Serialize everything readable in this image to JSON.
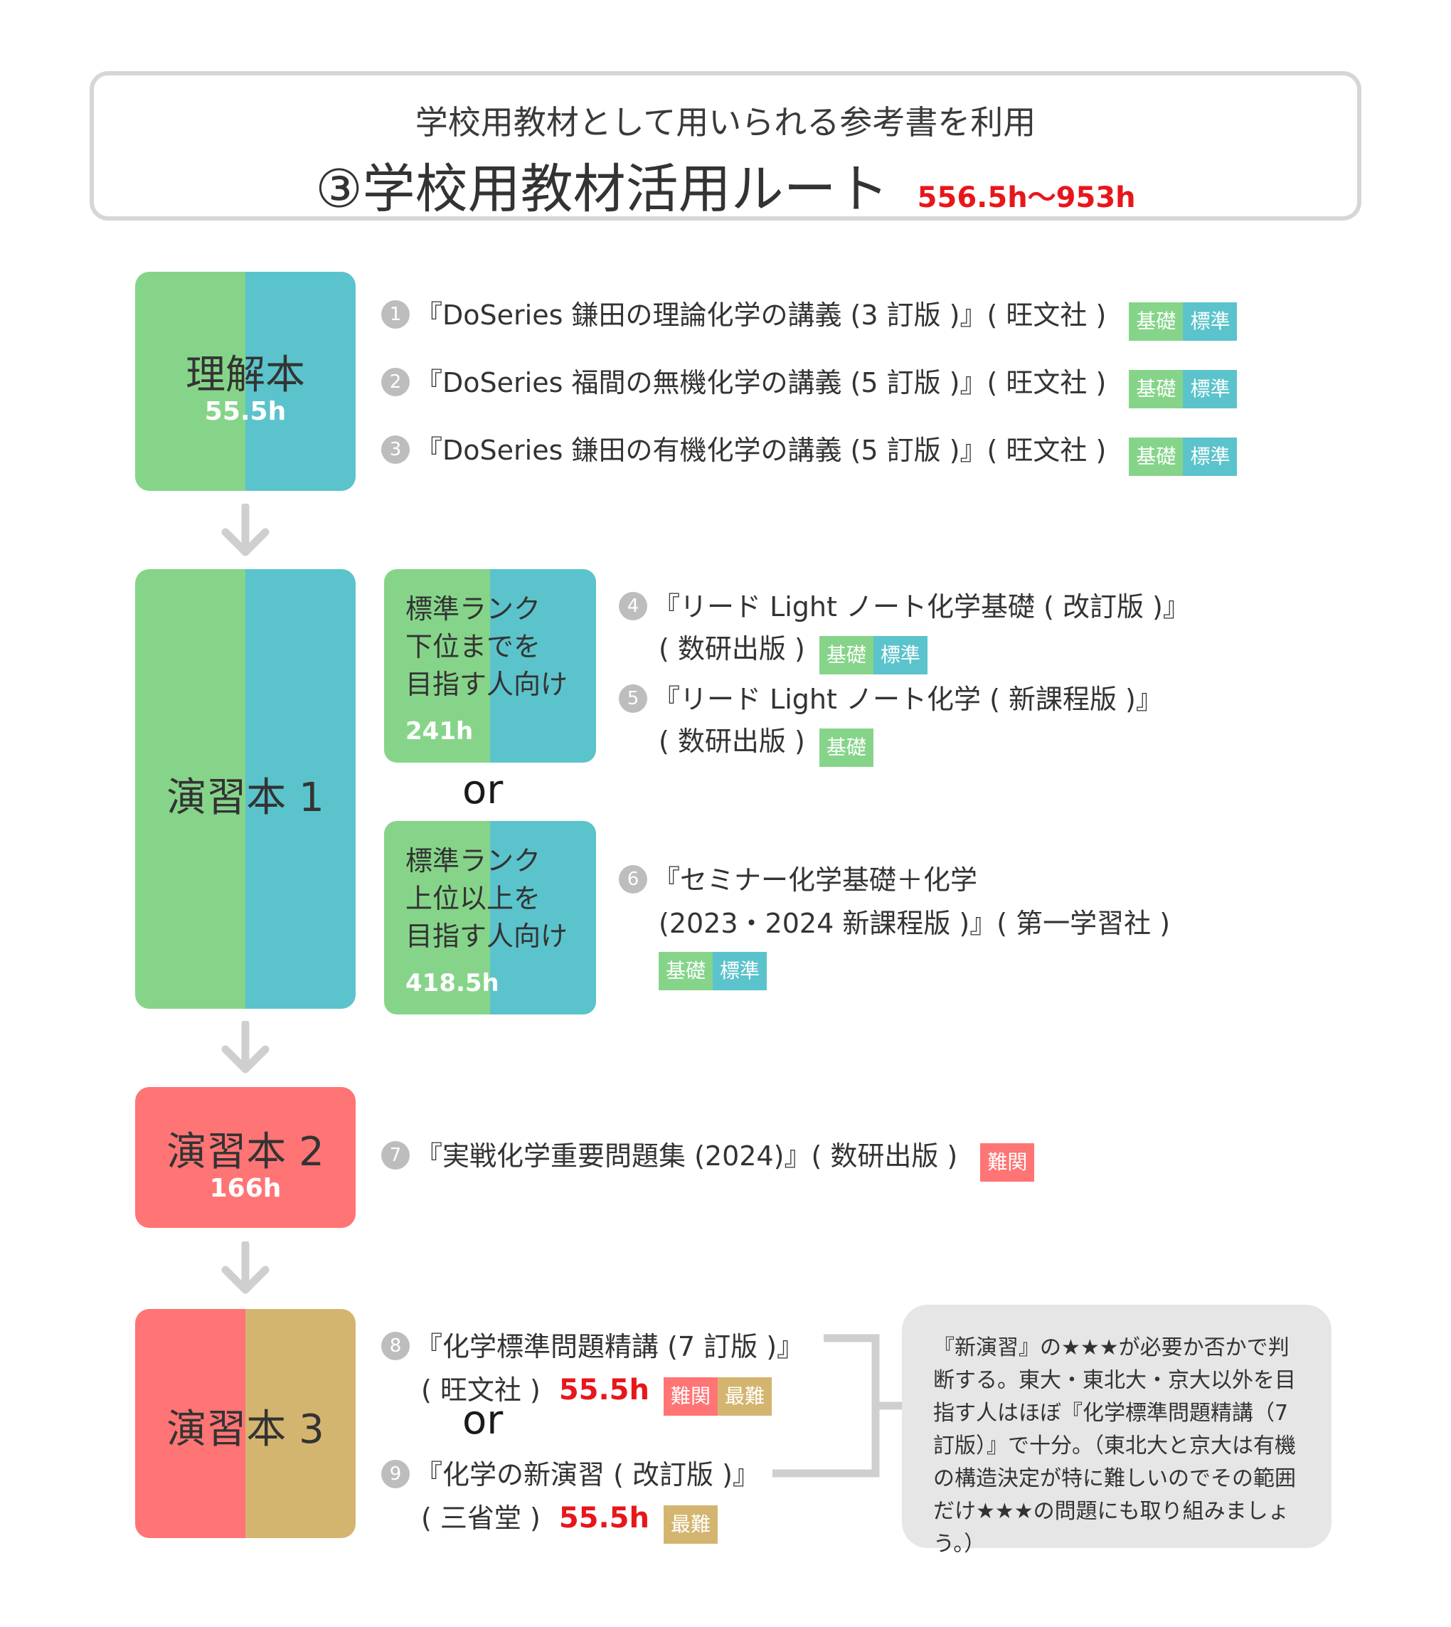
{
  "header": {
    "subtitle": "学校用教材として用いられる参考書を利用",
    "title": "③学校用教材活用ルート",
    "hours": "556.5h〜953h"
  },
  "tag_labels": {
    "kiso": "基礎",
    "hyojun": "標準",
    "nankan": "難関",
    "saikan": "最難"
  },
  "stages": {
    "understanding": {
      "label": "理解本",
      "hours": "55.5h"
    },
    "practice1": {
      "label": "演習本 1"
    },
    "practice2": {
      "label": "演習本 2",
      "hours": "166h"
    },
    "practice3": {
      "label": "演習本 3"
    }
  },
  "ranks": {
    "lower": {
      "text": "標準ランク\n下位までを\n目指す人向け",
      "hours": "241h"
    },
    "upper": {
      "text": "標準ランク\n上位以上を\n目指す人向け",
      "hours": "418.5h"
    },
    "or": "or"
  },
  "books": [
    {
      "num": "1",
      "line1": "『DoSeries 鎌田の理論化学の講義 (3 訂版 )』( 旺文社 )",
      "tags": [
        "基礎",
        "標準"
      ]
    },
    {
      "num": "2",
      "line1": "『DoSeries 福間の無機化学の講義 (5 訂版 )』( 旺文社 )",
      "tags": [
        "基礎",
        "標準"
      ]
    },
    {
      "num": "3",
      "line1": "『DoSeries 鎌田の有機化学の講義 (5 訂版 )』( 旺文社 )",
      "tags": [
        "基礎",
        "標準"
      ]
    },
    {
      "num": "4",
      "line1": "『リード Light ノート化学基礎 ( 改訂版 )』",
      "line2": "( 数研出版 )",
      "tags": [
        "基礎",
        "標準"
      ]
    },
    {
      "num": "5",
      "line1": "『リード Light ノート化学 ( 新課程版 )』",
      "line2": "( 数研出版 )",
      "tags": [
        "基礎"
      ]
    },
    {
      "num": "6",
      "line1": "『セミナー化学基礎＋化学",
      "line2": "(2023・2024 新課程版 )』( 第一学習社 )",
      "tags": [
        "基礎",
        "標準"
      ]
    },
    {
      "num": "7",
      "line1": "『実戦化学重要問題集 (2024)』( 数研出版 )",
      "tags": [
        "難関"
      ]
    },
    {
      "num": "8",
      "line1": "『化学標準問題精講 (7 訂版 )』",
      "line2": "( 旺文社 )",
      "hours": "55.5h",
      "tags": [
        "難関",
        "最難"
      ]
    },
    {
      "num": "9",
      "line1": "『化学の新演習 ( 改訂版 )』",
      "line2": "( 三省堂 )",
      "hours": "55.5h",
      "tags": [
        "最難"
      ]
    }
  ],
  "note": "『新演習』の★★★が必要か否かで判断する。東大・東北大・京大以外を目指す人はほぼ『化学標準問題精講（7 訂版）』で十分。（東北大と京大は有機の構造決定が特に難しいのでその範囲だけ★★★の問題にも取り組みましょう。）",
  "colors": {
    "green": "#86d48a",
    "teal": "#5bc3cb",
    "red": "#ff7474",
    "gold": "#d4b570",
    "hours_red": "#e8161b",
    "arrow_gray": "#cfcfcf",
    "number_gray": "#bdbdbd"
  },
  "icons": {
    "arrow": "down-arrow-icon",
    "bracket": "bracket-connector-icon"
  }
}
